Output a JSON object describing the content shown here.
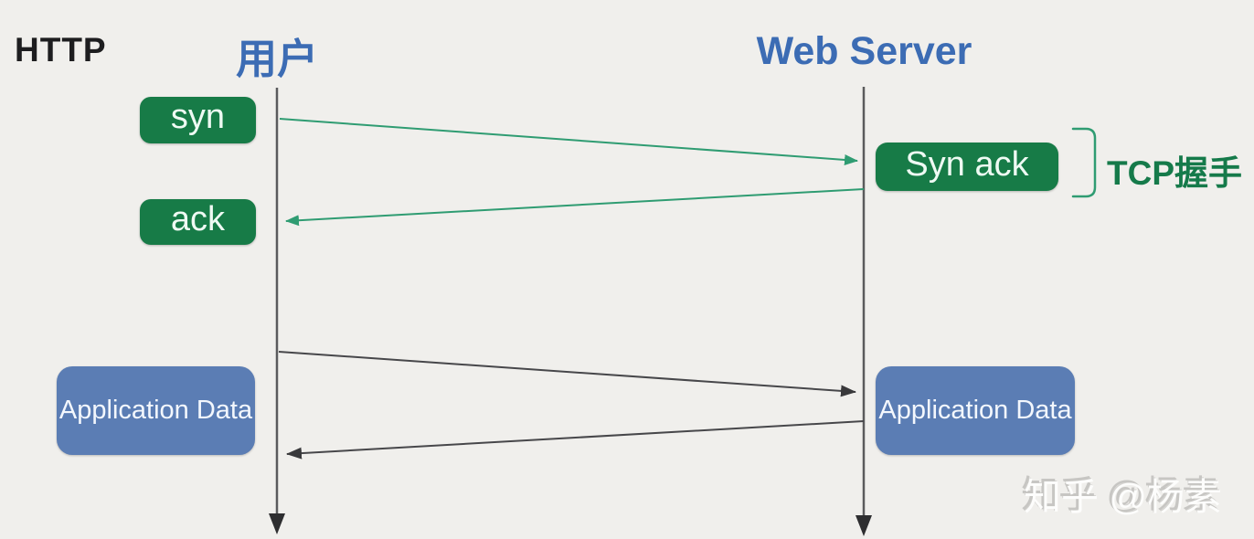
{
  "diagram": {
    "title": "HTTP",
    "actors": {
      "client": "用户",
      "server": "Web Server"
    },
    "boxes": {
      "syn": "syn",
      "syn_ack": "Syn ack",
      "ack": "ack",
      "app_data_client": "Application Data",
      "app_data_server": "Application Data"
    },
    "annotations": {
      "tcp_handshake": "TCP握手"
    },
    "arrows": {
      "syn_arrow": "client-to-server",
      "syn_ack_arrow": "server-to-client",
      "app_data_request_arrow": "client-to-server",
      "app_data_response_arrow": "server-to-client"
    },
    "watermark": "知乎 @杨素",
    "colors": {
      "background": "#f0efec",
      "box_green": "#177b47",
      "arrow_green": "#2f9c72",
      "box_blue": "#5b7db4",
      "actor_blue": "#3c6cb4",
      "line_gray": "#4a4a4c",
      "title_black": "#1d1d1f"
    }
  }
}
